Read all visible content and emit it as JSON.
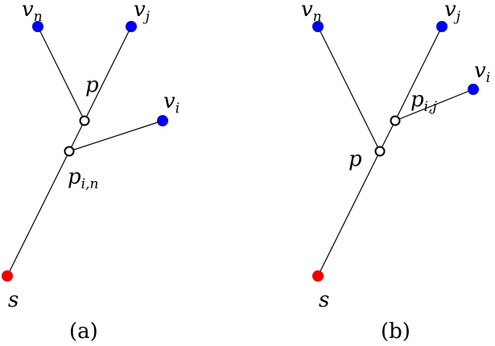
{
  "colors": {
    "terminal": "#0000ee",
    "source": "#ee0000",
    "steiner_fill": "#ffffff",
    "edge": "#000000"
  },
  "panel_a": {
    "caption": "(a)",
    "labels": {
      "vn_base": "v",
      "vn_sub": "n",
      "vj_base": "v",
      "vj_sub": "j",
      "vi_base": "v",
      "vi_sub": "i",
      "p": "p",
      "pin_base": "p",
      "pin_sub": "i,n",
      "s": "s"
    }
  },
  "panel_b": {
    "caption": "(b)",
    "labels": {
      "vn_base": "v",
      "vn_sub": "n",
      "vj_base": "v",
      "vj_sub": "j",
      "vi_base": "v",
      "vi_sub": "i",
      "pij_base": "p",
      "pij_sub": "i,j",
      "p": "p",
      "s": "s"
    }
  }
}
